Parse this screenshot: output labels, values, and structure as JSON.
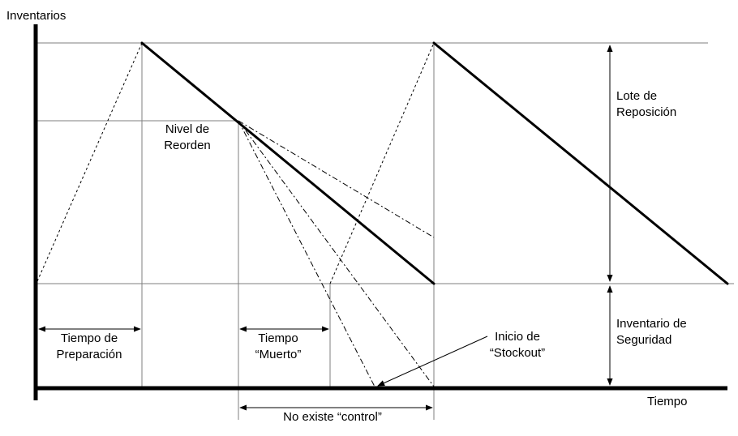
{
  "labels": {
    "y_axis": "Inventarios",
    "x_axis": "Tiempo",
    "reorder_line1": "Nivel de",
    "reorder_line2": "Reorden",
    "lot_line1": "Lote de",
    "lot_line2": "Reposición",
    "safety_line1": "Inventario de",
    "safety_line2": "Seguridad",
    "prep_line1": "Tiempo de",
    "prep_line2": "Preparación",
    "dead_line1": "Tiempo",
    "dead_line2": "“Muerto”",
    "stockout_line1": "Inicio de",
    "stockout_line2": "“Stockout”",
    "no_control": "No existe “control”"
  },
  "colors": {
    "line": "#000000",
    "guide": "#7f7f7f"
  }
}
